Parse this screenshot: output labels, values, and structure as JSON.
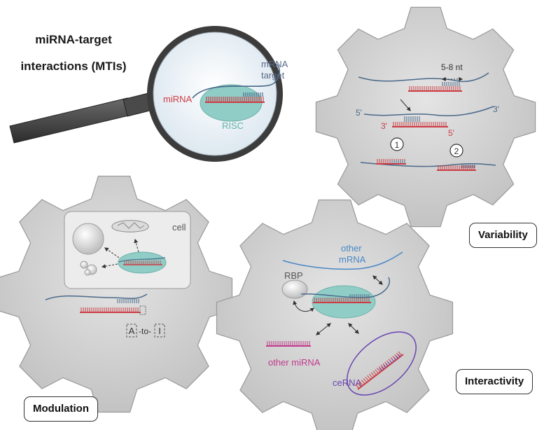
{
  "title": {
    "line1": "miRNA-target",
    "line2": "interactions (MTIs)"
  },
  "magnifier": {
    "mrna_line1": "mRNA",
    "mrna_line2": "target",
    "mirna": "miRNA",
    "risc": "RISC"
  },
  "variability": {
    "label": "Variability",
    "spacing": "5-8 nt",
    "five_prime_top": "5'",
    "three_prime_top": "3'",
    "three_prime_mi": "3'",
    "five_prime_mi": "5'",
    "site1": "1",
    "site2": "2"
  },
  "modulation": {
    "label": "Modulation",
    "cell": "cell",
    "edit_a": "A",
    "edit_to": "-to-",
    "edit_i": "I"
  },
  "interactivity": {
    "label": "Interactivity",
    "other_mrna_line1": "other",
    "other_mrna_line2": "mRNA",
    "rbp": "RBP",
    "other_mirna": "other miRNA",
    "cerna": "ceRNA"
  },
  "colors": {
    "mirna": "#cc3d45",
    "mrna": "#4a6a8a",
    "risc": "#8fcdc6",
    "other_mirna": "#c23b8d",
    "cerna": "#6a45b0",
    "gear": "#d0d0d0"
  }
}
